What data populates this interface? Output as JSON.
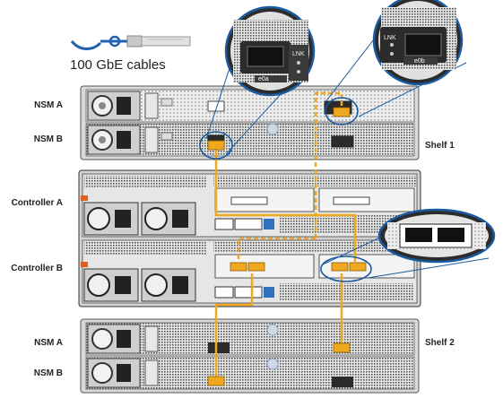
{
  "legend": {
    "cable_caption": "100 GbE cables"
  },
  "labels": {
    "nsm_a_top": "NSM A",
    "nsm_b_top": "NSM B",
    "controller_a": "Controller A",
    "controller_b": "Controller B",
    "nsm_a_bottom": "NSM A",
    "nsm_b_bottom": "NSM B",
    "shelf_1": "Shelf 1",
    "shelf_2": "Shelf 2"
  },
  "callouts": {
    "left": {
      "port": "e0a",
      "lnk": "LNK"
    },
    "right": {
      "port": "e0b",
      "lnk": "LNK"
    }
  },
  "colors": {
    "cable": "#f0a81e",
    "callout_ring": "#1a5aa0",
    "chassis": "#dcdcdc",
    "dark": "#3a3a3a"
  }
}
